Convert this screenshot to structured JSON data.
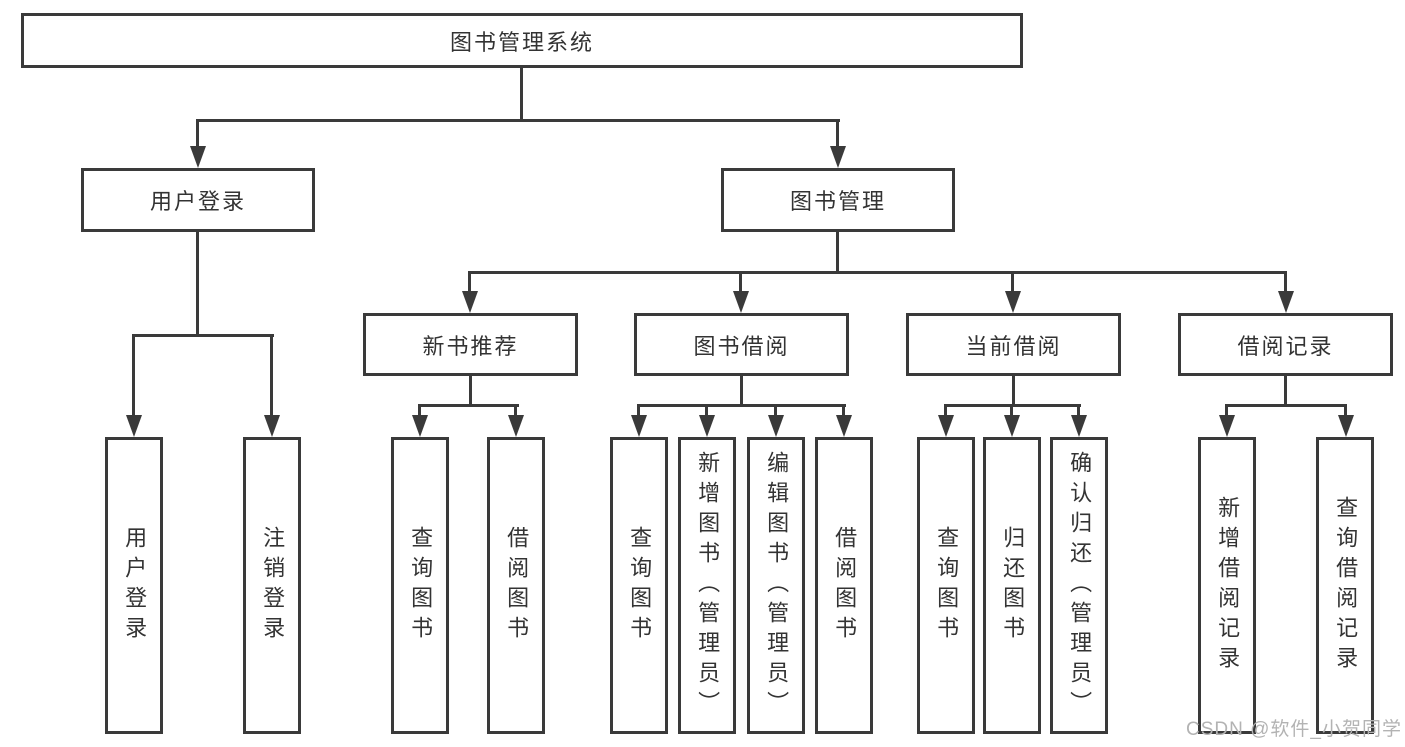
{
  "diagram": {
    "root": {
      "label": "图书管理系统"
    },
    "branches": [
      {
        "label": "用户登录",
        "children": [
          {
            "label": "用户登录"
          },
          {
            "label": "注销登录"
          }
        ]
      },
      {
        "label": "图书管理",
        "children": [
          {
            "label": "新书推荐",
            "children": [
              {
                "label": "查询图书"
              },
              {
                "label": "借阅图书"
              }
            ]
          },
          {
            "label": "图书借阅",
            "children": [
              {
                "label": "查询图书"
              },
              {
                "label": "新增图书（管理员）"
              },
              {
                "label": "编辑图书（管理员）"
              },
              {
                "label": "借阅图书"
              }
            ]
          },
          {
            "label": "当前借阅",
            "children": [
              {
                "label": "查询图书"
              },
              {
                "label": "归还图书"
              },
              {
                "label": "确认归还（管理员）"
              }
            ]
          },
          {
            "label": "借阅记录",
            "children": [
              {
                "label": "新增借阅记录"
              },
              {
                "label": "查询借阅记录"
              }
            ]
          }
        ]
      }
    ],
    "watermark": "CSDN @软件_小贺同学",
    "colors": {
      "line": "#3a3a3a",
      "text": "#333333",
      "watermark": "#b3b3b3",
      "background": "#ffffff"
    }
  }
}
